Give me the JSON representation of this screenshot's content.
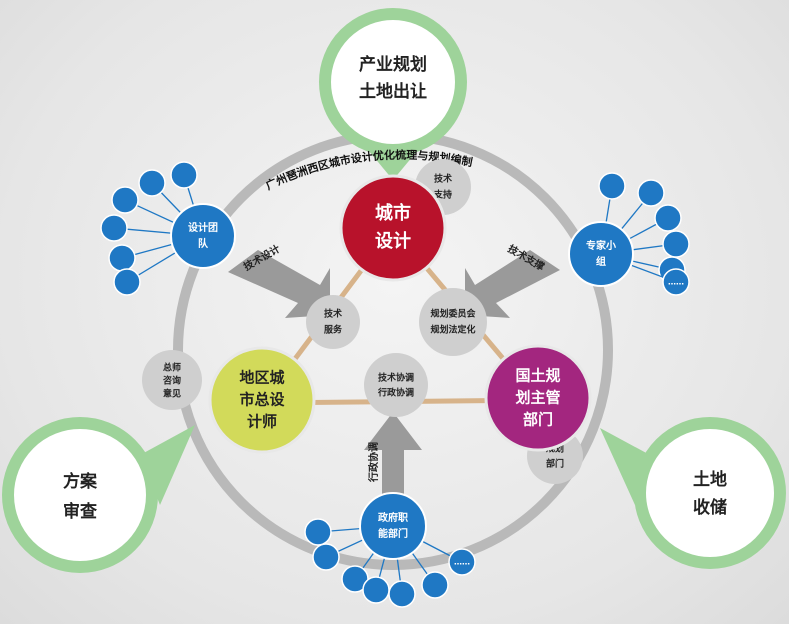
{
  "outer_nodes": {
    "top": [
      "产业规划",
      "土地出让"
    ],
    "left": [
      "方案",
      "审查"
    ],
    "right": [
      "土地",
      "收储"
    ]
  },
  "ring_title": "广州琶洲西区城市设计优化梳理与规划编制",
  "core_nodes": {
    "city_design": [
      "城市",
      "设计"
    ],
    "district_designer": [
      "地区城",
      "市总设",
      "计师"
    ],
    "land_planning": [
      "国土规",
      "划主管",
      "部门"
    ]
  },
  "inner_labels": {
    "tech_service": [
      "技术",
      "服务"
    ],
    "planning_committee": [
      "规划委员会",
      "规划法定化"
    ],
    "tech_coordination": [
      "技术协调",
      "行政协调"
    ]
  },
  "ring_labels": {
    "tech_support_top": [
      "技术",
      "支持"
    ],
    "consult": [
      "总师",
      "咨询",
      "意见"
    ],
    "planning_permit": [
      "规划",
      "部门"
    ]
  },
  "satellite_hubs": {
    "design_team": [
      "设计团",
      "队"
    ],
    "expert_group": [
      "专家小",
      "组"
    ],
    "gov_departments": [
      "政府职",
      "能部门"
    ]
  },
  "arrows": {
    "tech_design": "技术设计",
    "tech_support": "技术支撑",
    "admin_coord": "行政协调"
  },
  "design_team_children": [
    "",
    "",
    "",
    "",
    "",
    ""
  ],
  "expert_children": [
    "",
    "",
    "",
    "",
    "",
    "……"
  ],
  "gov_children": [
    "",
    "",
    "",
    "",
    "",
    "",
    "……"
  ]
}
